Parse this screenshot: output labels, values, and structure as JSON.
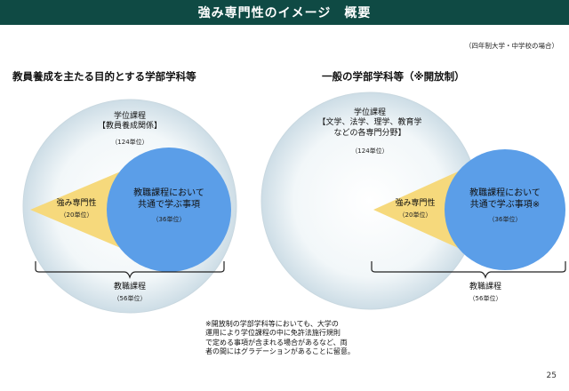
{
  "title": "強み専門性のイメージ　概要",
  "top_note": "（四年制大学・中学校の場合）",
  "left": {
    "heading": "教員養成を主たる目的とする学部学科等",
    "outer_label_1": "学位課程",
    "outer_label_2": "【教員養成関係】",
    "outer_units": "（124単位）",
    "strength_label": "強み専門性",
    "strength_units": "（20単位）",
    "common_label_1": "教職課程において",
    "common_label_2": "共通で学ぶ事項",
    "common_units": "（36単位）",
    "teaching_label": "教職課程",
    "teaching_units": "（56単位）"
  },
  "right": {
    "heading": "一般の学部学科等（※開放制）",
    "outer_label_1": "学位課程",
    "outer_label_2": "【文学、法学、理学、教育学",
    "outer_label_3": "などの各専門分野】",
    "outer_units": "（124単位）",
    "strength_label": "強み専門性",
    "strength_units": "（20単位）",
    "common_label_1": "教職課程において",
    "common_label_2": "共通で学ぶ事項※",
    "common_units": "（36単位）",
    "teaching_label": "教職課程",
    "teaching_units": "（56単位）"
  },
  "footnote_lines": [
    "※開放制の学部学科等においても、大学の",
    "運用により学位課程の中に免許法施行規則",
    "で定める事項が含まれる場合があるなど、両",
    "者の間にはグラデーションがあることに留意。"
  ],
  "page_number": "25",
  "colors": {
    "title_bg": "#0f4a44",
    "outer_circle": "#dde8ee",
    "inner_circle": "#5b9ee8",
    "strength_wedge": "#f6d97c",
    "bracket": "#222222"
  }
}
